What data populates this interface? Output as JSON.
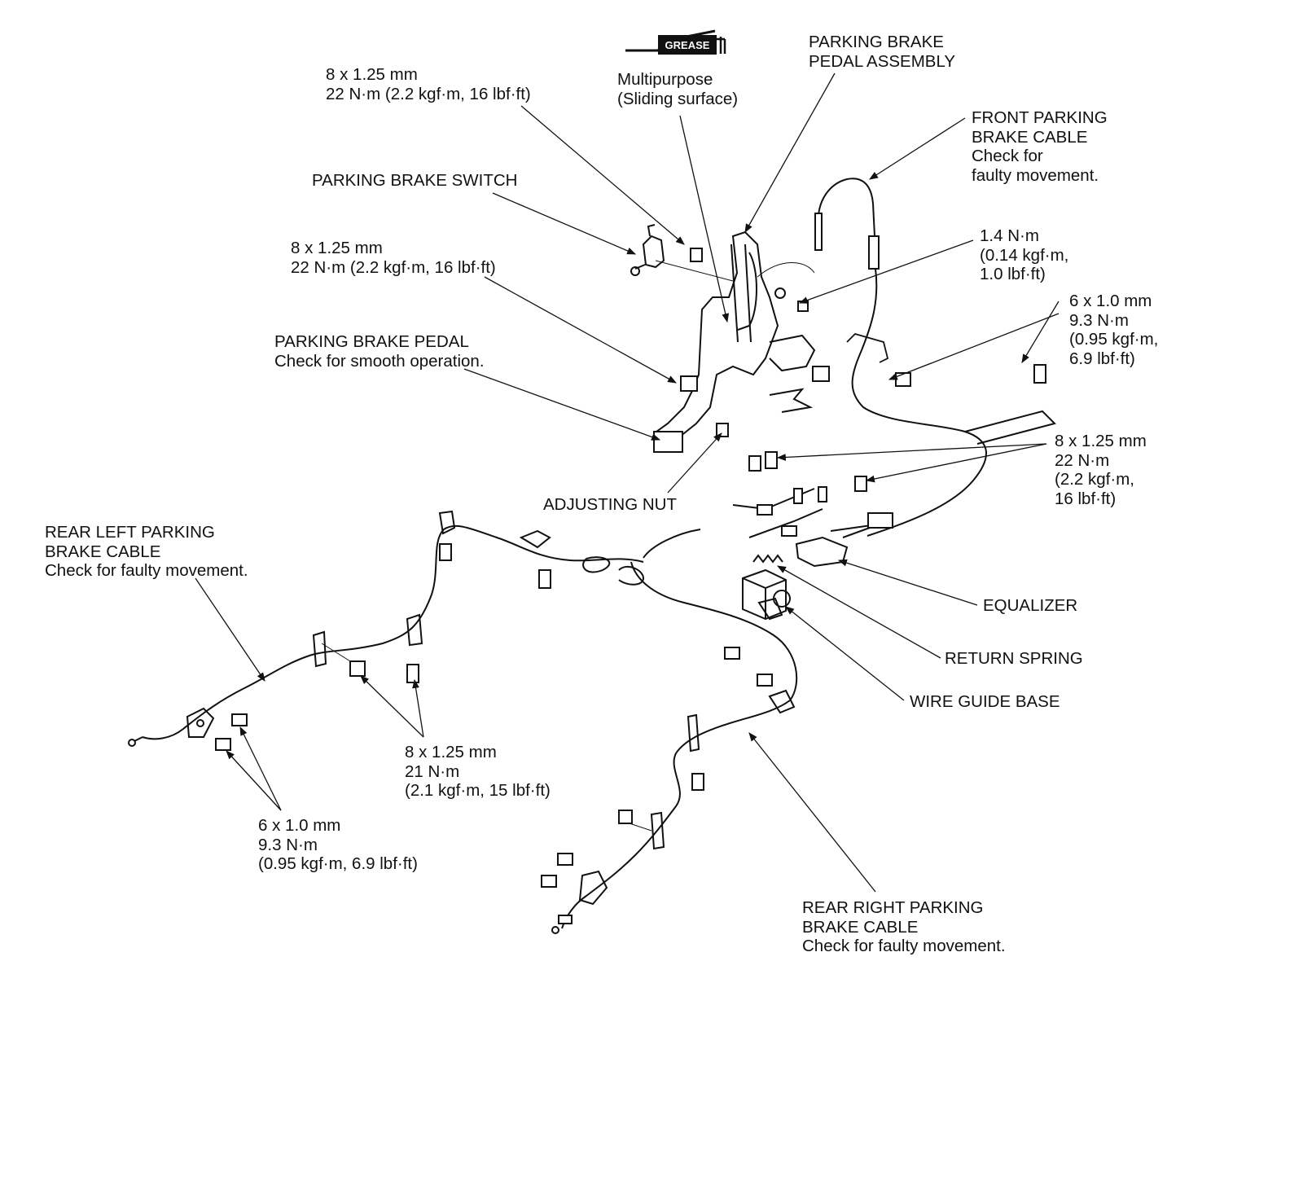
{
  "grease_symbol": {
    "icon": "grease-gun-icon",
    "text": "GREASE",
    "caption": [
      "Multipurpose",
      "(Sliding surface)"
    ]
  },
  "colors": {
    "ink": "#111111",
    "background": "#ffffff"
  },
  "labels": {
    "pedal_assembly": [
      "PARKING BRAKE",
      "PEDAL ASSEMBLY"
    ],
    "bolt_top": [
      "8 x 1.25 mm",
      "22 N·m (2.2 kgf·m, 16 lbf·ft)"
    ],
    "switch": [
      "PARKING BRAKE SWITCH"
    ],
    "bolt_mid": [
      "8 x 1.25 mm",
      "22 N·m (2.2 kgf·m, 16 lbf·ft)"
    ],
    "pedal": [
      "PARKING BRAKE PEDAL",
      "Check for smooth operation."
    ],
    "front_cable": [
      "FRONT PARKING",
      "BRAKE CABLE",
      "Check for",
      "faulty movement."
    ],
    "screw_small": [
      "1.4 N·m",
      "(0.14 kgf·m,",
      "1.0 lbf·ft)"
    ],
    "bolt_6_right": [
      "6 x 1.0 mm",
      "9.3 N·m",
      "(0.95 kgf·m,",
      "6.9 lbf·ft)"
    ],
    "bolt_8_right": [
      "8 x 1.25 mm",
      "22 N·m",
      "(2.2 kgf·m,",
      "16 lbf·ft)"
    ],
    "adjusting_nut": [
      "ADJUSTING NUT"
    ],
    "rear_left": [
      "REAR LEFT PARKING",
      "BRAKE CABLE",
      "Check for faulty movement."
    ],
    "equalizer": [
      "EQUALIZER"
    ],
    "return_spring": [
      "RETURN SPRING"
    ],
    "wire_guide": [
      "WIRE GUIDE BASE"
    ],
    "bolt_8_lower": [
      "8 x 1.25 mm",
      "21 N·m",
      "(2.1 kgf·m, 15 lbf·ft)"
    ],
    "bolt_6_left": [
      "6 x 1.0 mm",
      "9.3 N·m",
      "(0.95 kgf·m, 6.9 lbf·ft)"
    ],
    "rear_right": [
      "REAR RIGHT PARKING",
      "BRAKE CABLE",
      "Check for faulty movement."
    ]
  }
}
